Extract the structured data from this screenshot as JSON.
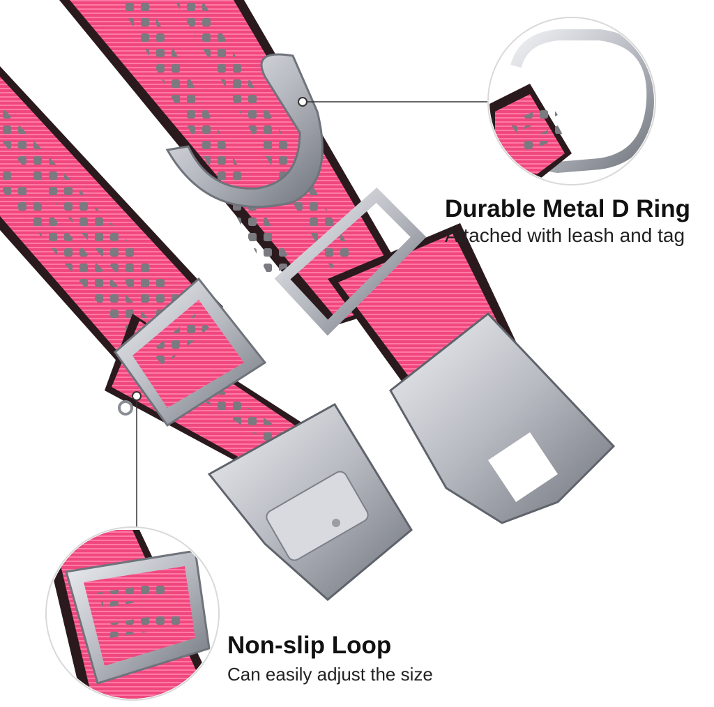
{
  "product": {
    "strap_color": "#f0487e",
    "strap_highlight": "#ff86ad",
    "edge_color": "#2a1a1e",
    "reflective_color": "#7a7a80",
    "metal_color": "#c9ccd2",
    "metal_shadow": "#7d8088"
  },
  "callouts": {
    "d_ring": {
      "title": "Durable Metal D Ring",
      "subtitle": "Attached with leash and tag"
    },
    "loop": {
      "title": "Non-slip Loop",
      "subtitle": "Can easily adjust the size"
    }
  }
}
